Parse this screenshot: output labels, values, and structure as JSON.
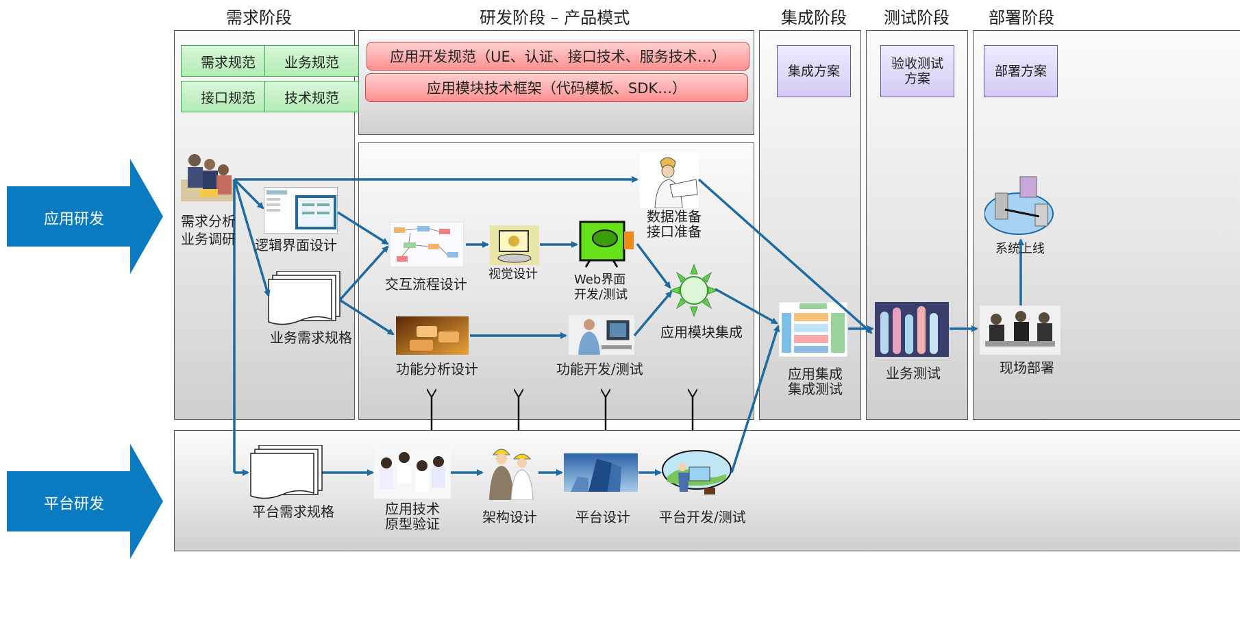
{
  "phases": {
    "requirement": "需求阶段",
    "development": "研发阶段 –   产品模式",
    "integration": "集成阶段",
    "testing": "测试阶段",
    "deployment": "部署阶段"
  },
  "side_arrows": {
    "app_dev": "应用研发",
    "platform_dev": "平台研发"
  },
  "spec_buttons": [
    "需求规范",
    "业务规范",
    "接口规范",
    "技术规范"
  ],
  "dev_standards": [
    "应用开发规范（UE、认证、接口技术、服务技术…）",
    "应用模块技术框架（代码模板、SDK…）"
  ],
  "plans": {
    "integration": "集成方案",
    "acceptance_line1": "验收测试",
    "acceptance_line2": "方案",
    "deployment": "部署方案"
  },
  "nodes": {
    "req_analysis_1": "需求分析",
    "req_analysis_2": "业务调研",
    "logic_ui": "逻辑界面设计",
    "biz_req_spec": "业务需求规格",
    "interaction": "交互流程设计",
    "visual": "视觉设计",
    "web_dev_1": "Web界面",
    "web_dev_2": "开发/测试",
    "data_prep_1": "数据准备",
    "data_prep_2": "接口准备",
    "module_integration": "应用模块集成",
    "func_analysis": "功能分析设计",
    "func_dev": "功能开发/测试",
    "app_integration_1": "应用集成",
    "app_integration_2": "集成测试",
    "biz_test": "业务测试",
    "site_deploy": "现场部署",
    "go_live": "系统上线",
    "platform_req": "平台需求规格",
    "prototype_1": "应用技术",
    "prototype_2": "原型验证",
    "architecture": "架构设计",
    "platform_design": "平台设计",
    "platform_dev_test": "平台开发/测试"
  },
  "colors": {
    "flow_arrow": "#1f6aa0",
    "side_arrow": "#0a7bc0",
    "spec_green": "#b2ecb4",
    "standard_red": "#ff9090",
    "plan_purple": "#d4cbf4"
  },
  "icons": [
    "business-meeting-icon",
    "screen-mockup-icon",
    "document-stack-icon",
    "flowchart-thumbnail-icon",
    "visual-design-icon",
    "web-dev-icon",
    "engineer-blueprint-icon",
    "sun-burst-icon",
    "keyboard-photo-icon",
    "developer-at-computer-icon",
    "integration-diagram-icon",
    "test-tubes-icon",
    "team-deploy-icon",
    "servers-globe-icon",
    "team-discussion-icon",
    "hardhat-workers-icon",
    "building-icon",
    "traveler-map-icon"
  ]
}
